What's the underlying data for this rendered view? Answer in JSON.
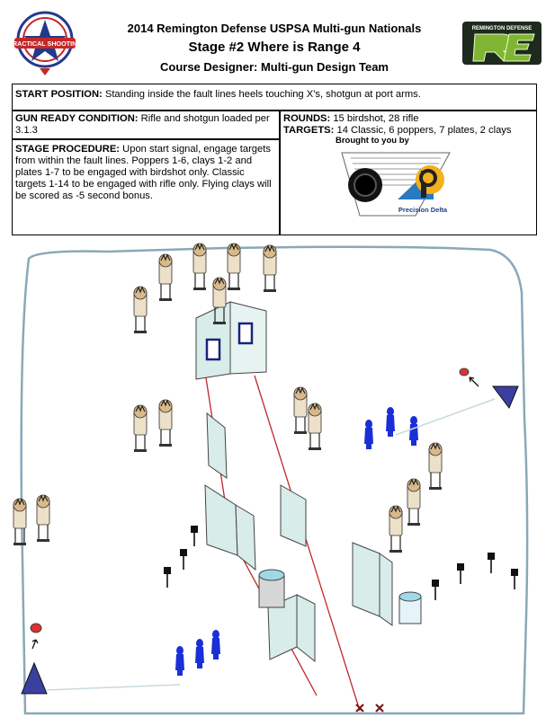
{
  "header": {
    "line1": "2014 Remington Defense USPSA Multi-gun Nationals",
    "line2": "Stage #2 Where is Range 4",
    "line3": "Course Designer: Multi-gun Design Team"
  },
  "logos": {
    "left": {
      "name": "uspsa-practical-shooting-seal",
      "text": "PRACTICAL SHOOTING"
    },
    "right": {
      "name": "remington-defense-logo",
      "text": "REMINGTON DEFENSE"
    },
    "sponsor": {
      "name": "precision-delta-logo",
      "text": "Precision Delta"
    }
  },
  "start_position": {
    "label": "START POSITION:",
    "text": "Standing inside the fault lines heels touching X's, shotgun at port arms."
  },
  "gun_ready": {
    "label": "GUN READY CONDITION:",
    "text": "Rifle and shotgun loaded per 3.1.3"
  },
  "procedure": {
    "label": "STAGE PROCEDURE:",
    "text": "Upon start signal, engage targets from within the fault lines. Poppers 1-6, clays 1-2 and plates 1-7 to be engaged with birdshot only. Classic targets 1-14 to be engaged with rifle only.  Flying clays will be scored as -5 second bonus."
  },
  "rounds": {
    "label": "ROUNDS:",
    "text": "15 birdshot, 28 rifle"
  },
  "targets": {
    "label": "TARGETS:",
    "text": "14 Classic, 6 poppers, 7 plates, 2 clays"
  },
  "sponsor_line": "Brought to you by",
  "colors": {
    "popper": "#1a2fd6",
    "classic_target": "#d9b98a",
    "fault_line": "#c0282a",
    "thrower": "#3a3fa0",
    "clay": "#e03030",
    "wall": "#d8ece9",
    "berm": "#8aa8b8"
  }
}
